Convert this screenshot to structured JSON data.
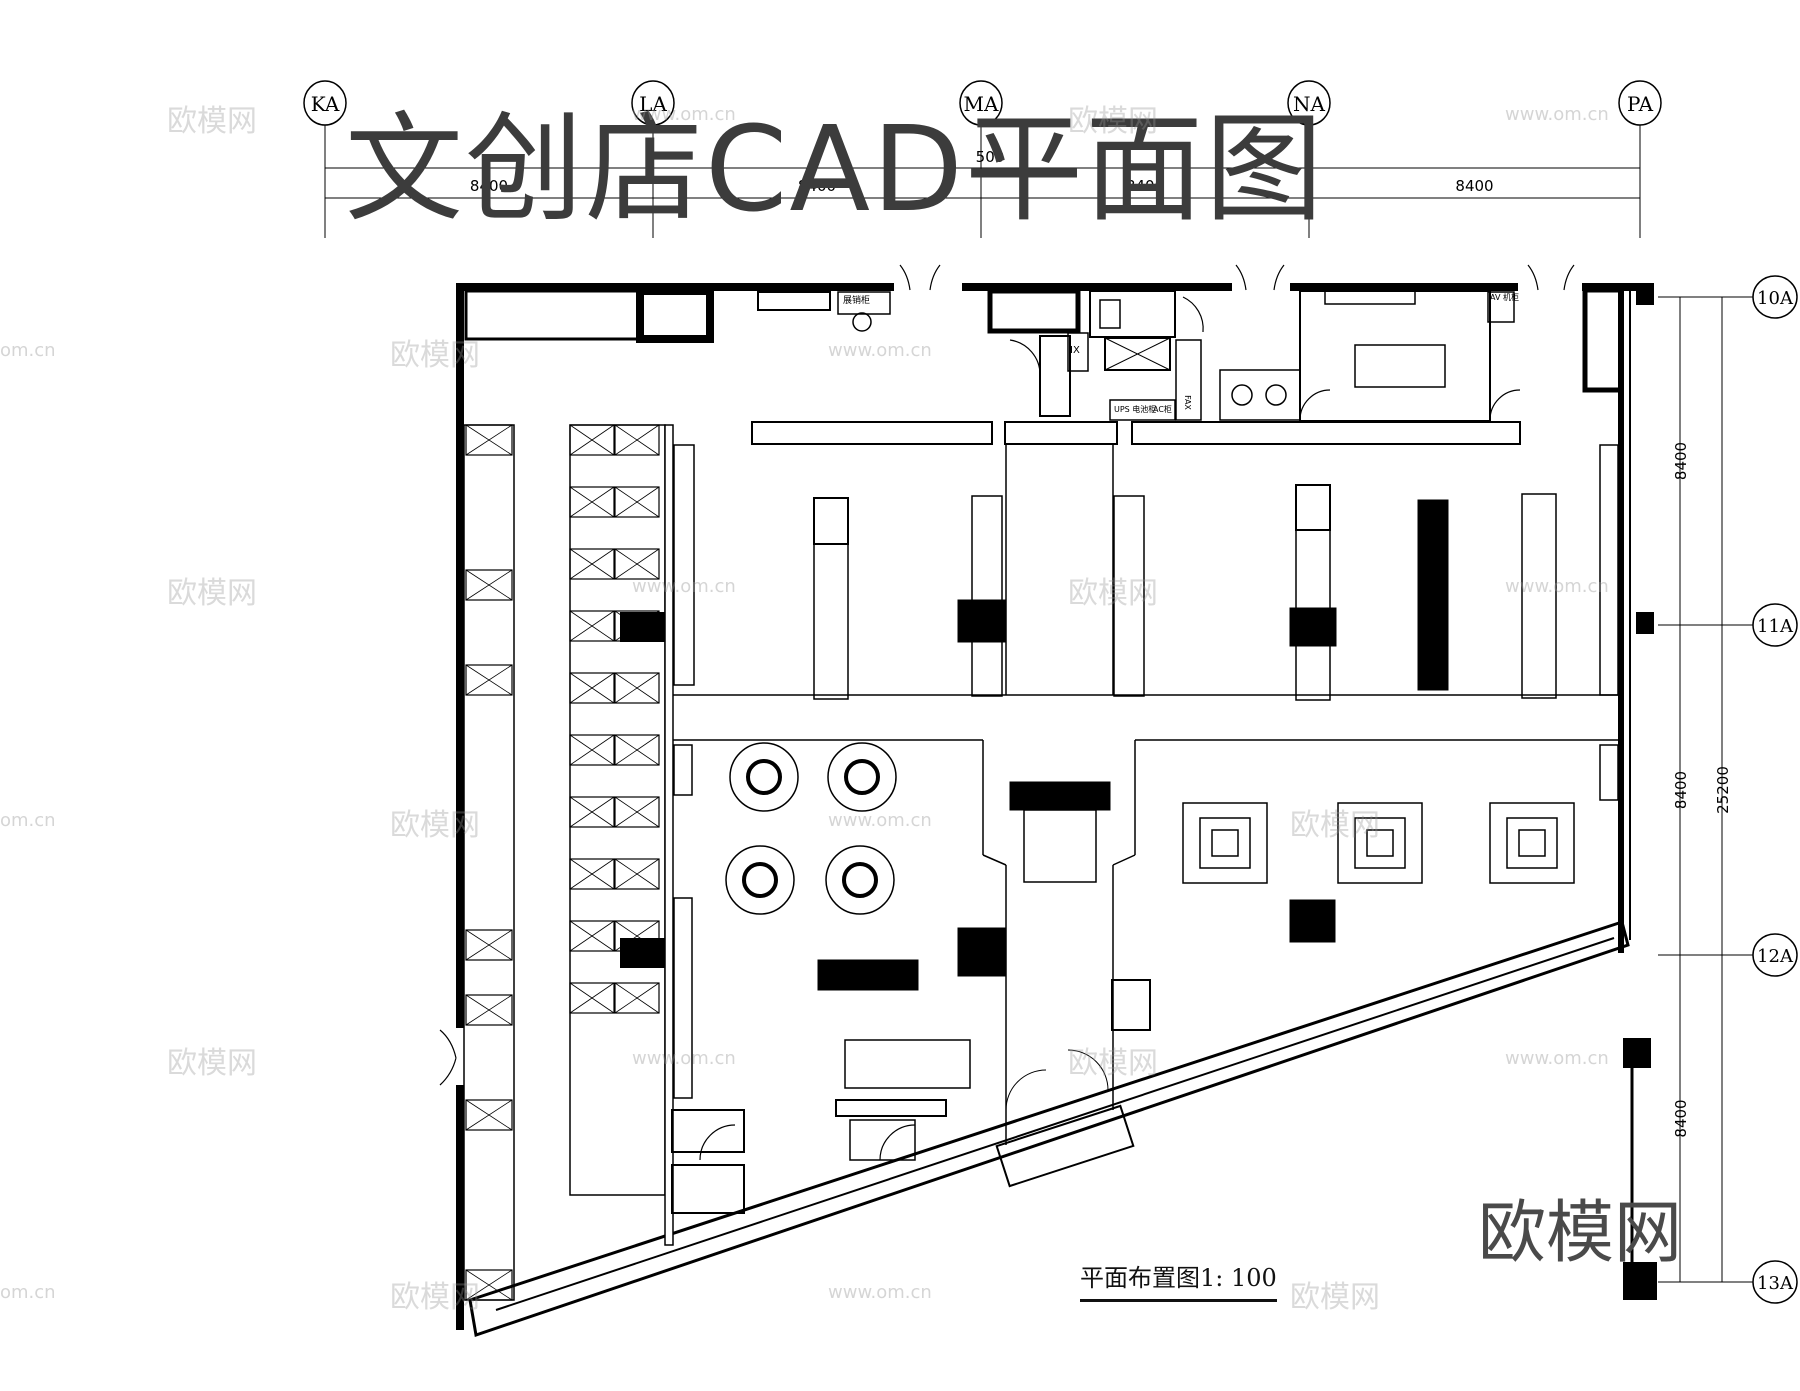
{
  "title": "文创店CAD平面图",
  "caption": "平面布置图1: 100",
  "brand": "欧模网",
  "watermark": {
    "text": "欧模网",
    "url": "www.om.cn",
    "url_short": "om.cn"
  },
  "grid_columns": [
    "KA",
    "LA",
    "MA",
    "NA",
    "PA"
  ],
  "grid_rows": [
    "10A",
    "11A",
    "12A",
    "13A"
  ],
  "dims_top": [
    "8400",
    "8400",
    "8400",
    "8400"
  ],
  "dim_top_partial": "500",
  "dims_right": [
    "8400",
    "8400",
    "8400"
  ],
  "dim_right_total": "25200",
  "room_labels": {
    "room_a": "展销柜",
    "ups": "UPS 电池柜",
    "ac": "AC柜",
    "fax": "FAX",
    "av": "AV 机柜",
    "ix": "IX"
  }
}
